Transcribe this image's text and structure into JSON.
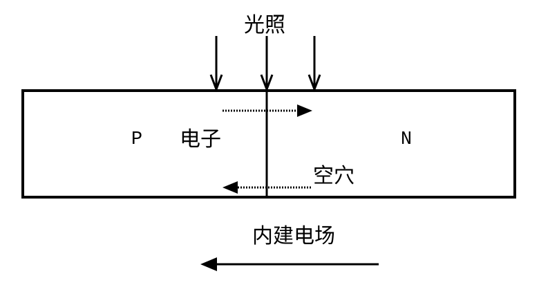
{
  "diagram": {
    "labels": {
      "light": "光照",
      "p_region": "P",
      "electron": "电子",
      "n_region": "N",
      "hole": "空穴",
      "built_in_field": "内建电场"
    },
    "colors": {
      "line": "#000000",
      "background": "#ffffff"
    }
  }
}
